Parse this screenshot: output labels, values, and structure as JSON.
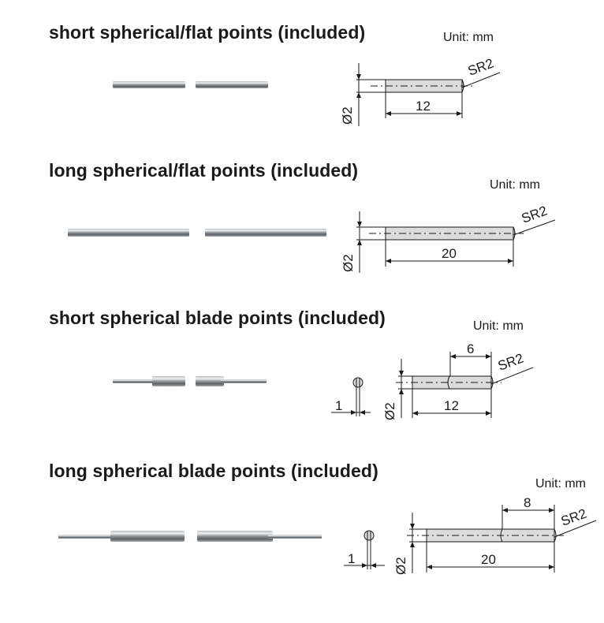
{
  "sections": [
    {
      "title": "short spherical/flat points (included)",
      "unit": "Unit: mm",
      "dia": "Ø2",
      "radius": "SR2",
      "length": "12"
    },
    {
      "title": "long spherical/flat points (included)",
      "unit": "Unit: mm",
      "dia": "Ø2",
      "radius": "SR2",
      "length": "20"
    },
    {
      "title": "short spherical blade points (included)",
      "unit": "Unit: mm",
      "dia": "Ø2",
      "radius": "SR2",
      "length": "12",
      "blade_length": "6",
      "blade_thickness": "1"
    },
    {
      "title": "long spherical blade points (included)",
      "unit": "Unit: mm",
      "dia": "Ø2",
      "radius": "SR2",
      "length": "20",
      "blade_length": "8",
      "blade_thickness": "1"
    }
  ],
  "colors": {
    "rod_dark": "#6f7478",
    "rod_light": "#eef0f1",
    "drawing_fill": "#dcdcdc",
    "line": "#1a1a1a"
  }
}
